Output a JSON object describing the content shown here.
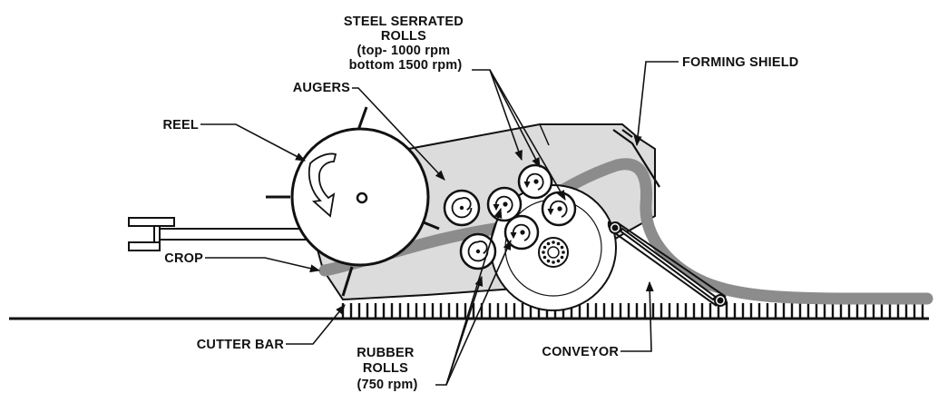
{
  "labels": {
    "steel_rolls": [
      "STEEL SERRATED",
      "ROLLS",
      "(top- 1000 rpm",
      "bottom 1500 rpm)"
    ],
    "augers": "AUGERS",
    "forming_shield": "FORMING SHIELD",
    "reel": "REEL",
    "crop": "CROP",
    "cutter_bar": "CUTTER BAR",
    "rubber_rolls": [
      "RUBBER",
      "ROLLS",
      "(750 rpm)"
    ],
    "conveyor": "CONVEYOR"
  },
  "colors": {
    "line": "#111111",
    "housing": "#dcdcdc",
    "crop_flow": "#8c8c8c",
    "background": "#ffffff"
  }
}
